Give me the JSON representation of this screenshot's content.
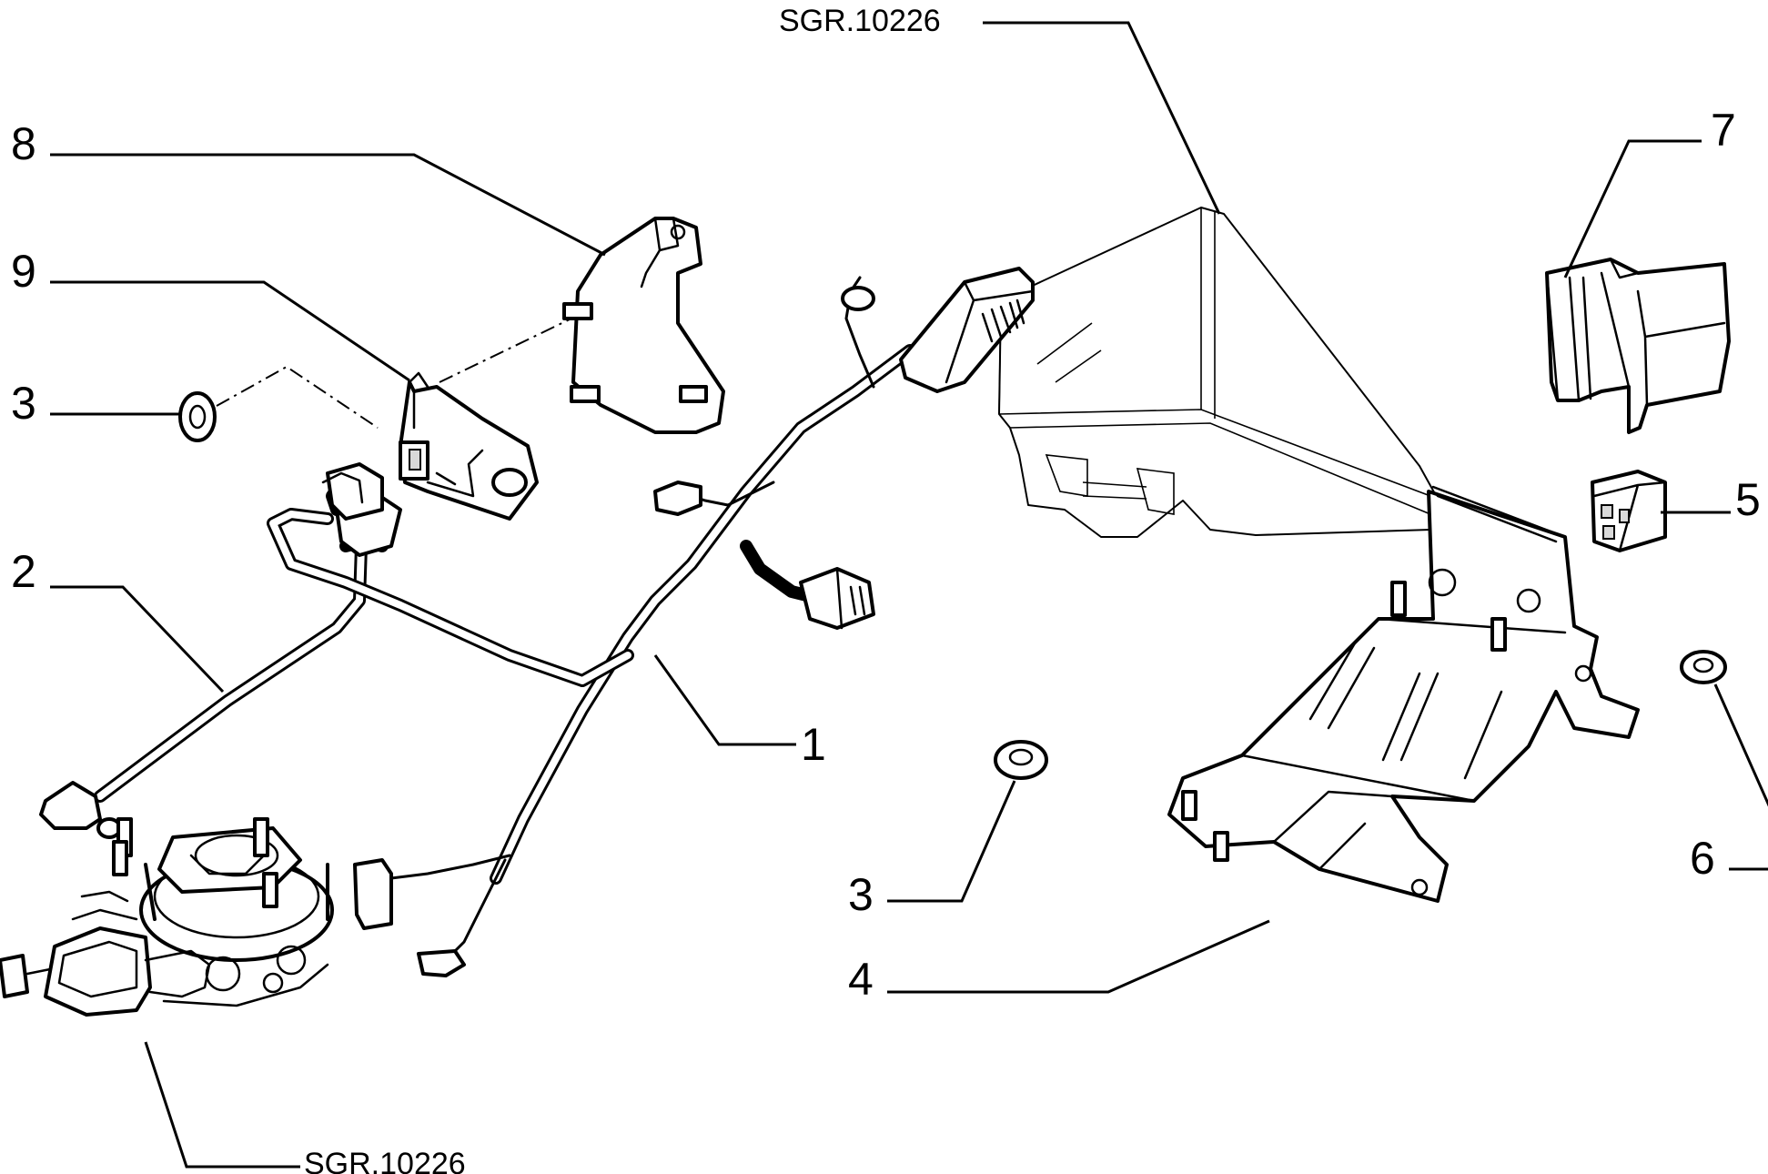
{
  "diagram": {
    "callouts": [
      {
        "id": "ref-top",
        "text": "SGR.10226"
      },
      {
        "id": "ref-bottom",
        "text": "SGR.10226"
      },
      {
        "id": "n1",
        "text": "1"
      },
      {
        "id": "n2",
        "text": "2"
      },
      {
        "id": "n3a",
        "text": "3"
      },
      {
        "id": "n3b",
        "text": "3"
      },
      {
        "id": "n4",
        "text": "4"
      },
      {
        "id": "n5",
        "text": "5"
      },
      {
        "id": "n6",
        "text": "6"
      },
      {
        "id": "n7",
        "text": "7"
      },
      {
        "id": "n8",
        "text": "8"
      },
      {
        "id": "n9",
        "text": "9"
      }
    ]
  }
}
